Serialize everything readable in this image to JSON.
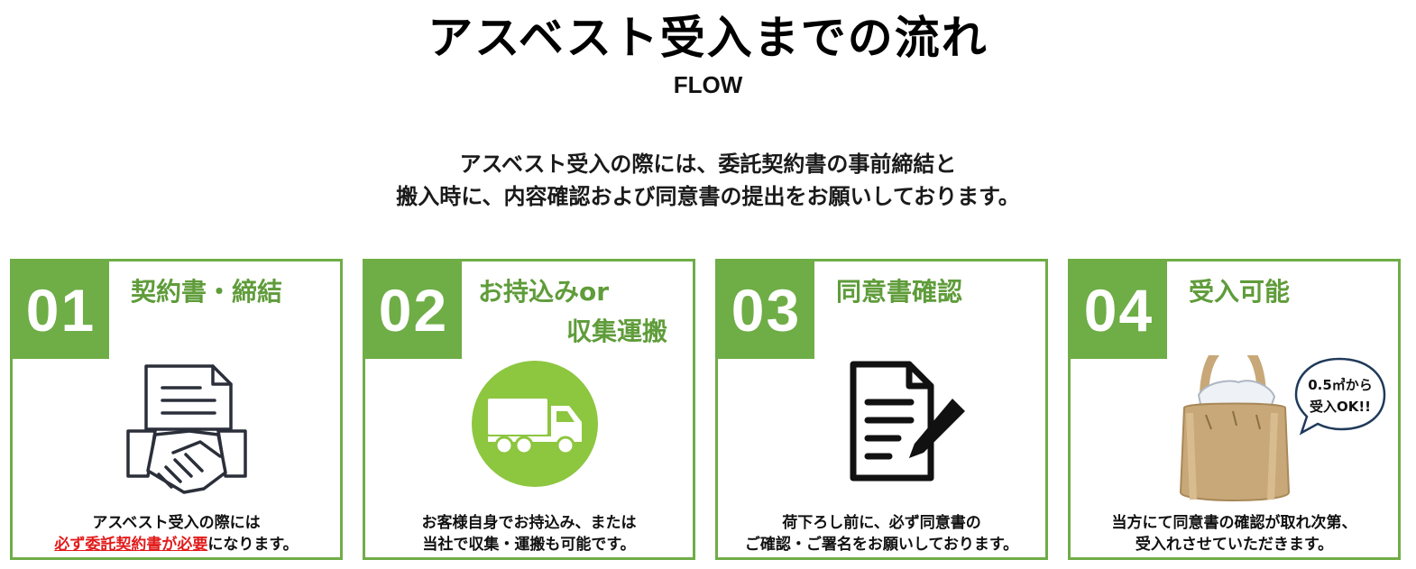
{
  "header": {
    "title": "アスベスト受入までの流れ",
    "subtitle": "FLOW"
  },
  "intro": {
    "line1": "アスベスト受入の際には、委託契約書の事前締結と",
    "line2": "搬入時に、内容確認および同意書の提出をお願いしております。"
  },
  "steps": [
    {
      "number": "01",
      "title": "契約書・締結",
      "icon": "contract-handshake-icon",
      "desc_line1": "アスベスト受入の際には",
      "desc_line2_emph": "必ず委託契約書が必要",
      "desc_line2_rest": "になります。"
    },
    {
      "number": "02",
      "title_line1": "お持込みor",
      "title_line2": "収集運搬",
      "icon": "truck-icon",
      "desc_line1": "お客様自身でお持込み、または",
      "desc_line2": "当社で収集・運搬も可能です。"
    },
    {
      "number": "03",
      "title": "同意書確認",
      "icon": "document-pen-icon",
      "desc_line1": "荷下ろし前に、必ず同意書の",
      "desc_line2": "ご確認・ご署名をお願いしております。"
    },
    {
      "number": "04",
      "title": "受入可能",
      "icon": "flexible-container-bag-icon",
      "bubble_line1": "0.5㎥から",
      "bubble_line2": "受入OK!!",
      "desc_line1": "当方にて同意書の確認が取れ次第、",
      "desc_line2": "受入れさせていただきます。"
    }
  ],
  "colors": {
    "accent_green": "#6fad47",
    "title_green": "#5f9c3a",
    "emphasis_red": "#e21b1b",
    "truck_circle": "#8dc63f",
    "bag_brown": "#c8a878"
  }
}
